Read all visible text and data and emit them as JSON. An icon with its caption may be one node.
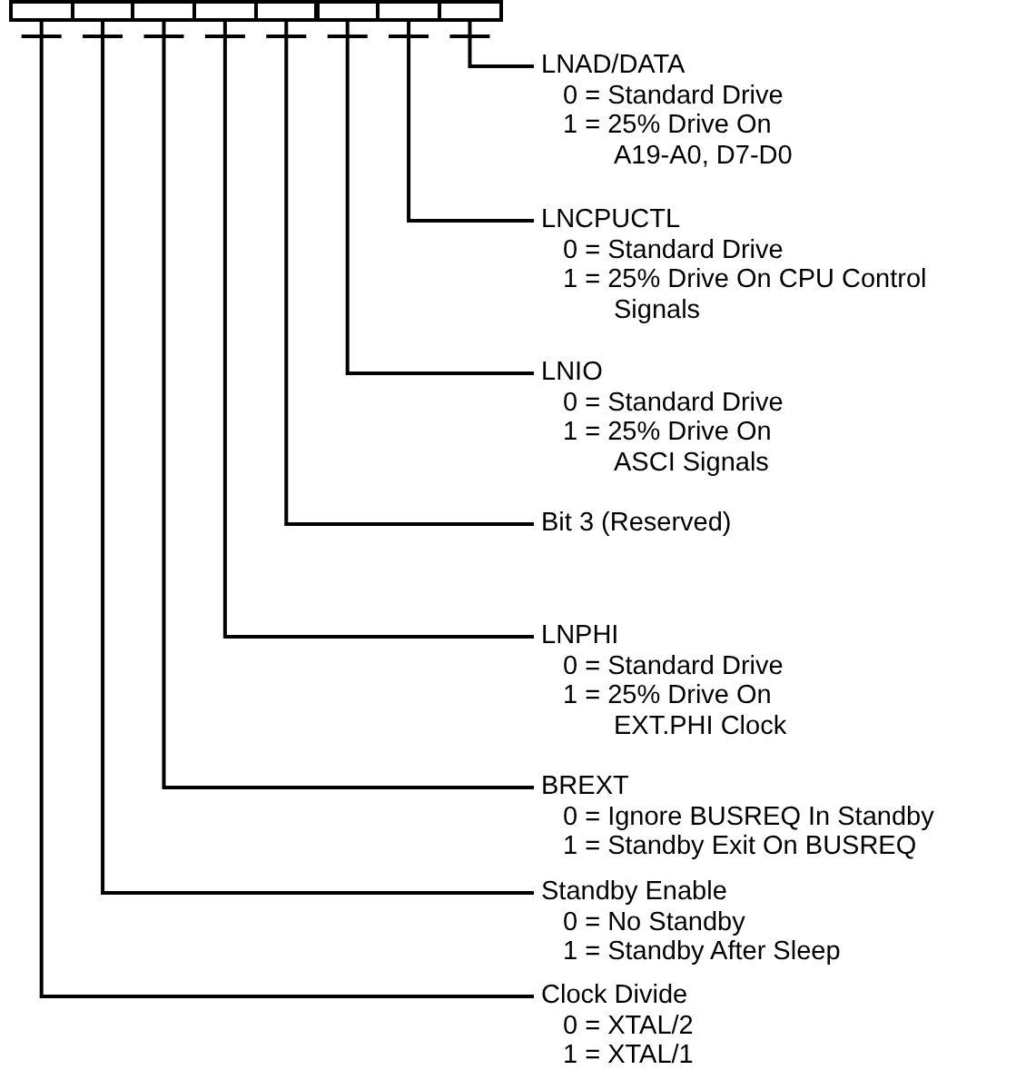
{
  "diagram": {
    "nodes": [
      {
        "text": [],
        "shape": "box"
      },
      {
        "text": [],
        "shape": "box"
      },
      {
        "text": [],
        "shape": "box"
      },
      {
        "text": [],
        "shape": "box"
      },
      {
        "text": [],
        "shape": "box"
      },
      {
        "text": [],
        "shape": "box"
      },
      {
        "text": [],
        "shape": "box"
      },
      {
        "text": [],
        "shape": "box"
      },
      {
        "text": [
          "LNAD/DATA",
          "0 = Standard Drive",
          "1 = 25% Drive On A19-A0, D7-D0"
        ]
      },
      {
        "text": [
          "LNCPUCTL",
          "0 = Standard Drive",
          "1 = 25% Drive On CPU Control Signals"
        ]
      },
      {
        "text": [
          "LNIO",
          "0 = Standard Drive",
          "1 = 25% Drive On ASCI Signals"
        ]
      },
      {
        "text": [
          "Bit 3 (Reserved)"
        ]
      },
      {
        "text": [
          "LNPHI",
          "0 = Standard Drive",
          "1 = 25% Drive On EXT.PHI Clock"
        ]
      },
      {
        "text": [
          "BREXT",
          "0 = Ignore BUSREQ In Standby",
          "1 = Standby Exit On BUSREQ"
        ]
      },
      {
        "text": [
          "Standby Enable",
          "0 = No Standby",
          "1 = Standby After Sleep"
        ]
      },
      {
        "text": [
          "Clock Divide",
          "0 = XTAL/2",
          "1 = XTAL/1"
        ]
      }
    ],
    "edges": [
      {
        "from": 8,
        "to": 7,
        "arrow": "none"
      },
      {
        "from": 9,
        "to": 6,
        "arrow": "none"
      },
      {
        "from": 10,
        "to": 5,
        "arrow": "none"
      },
      {
        "from": 11,
        "to": 4,
        "arrow": "none"
      },
      {
        "from": 12,
        "to": 3,
        "arrow": "none"
      },
      {
        "from": 13,
        "to": 2,
        "arrow": "none"
      },
      {
        "from": 14,
        "to": 1,
        "arrow": "none"
      },
      {
        "from": 15,
        "to": 0,
        "arrow": "none"
      }
    ]
  }
}
